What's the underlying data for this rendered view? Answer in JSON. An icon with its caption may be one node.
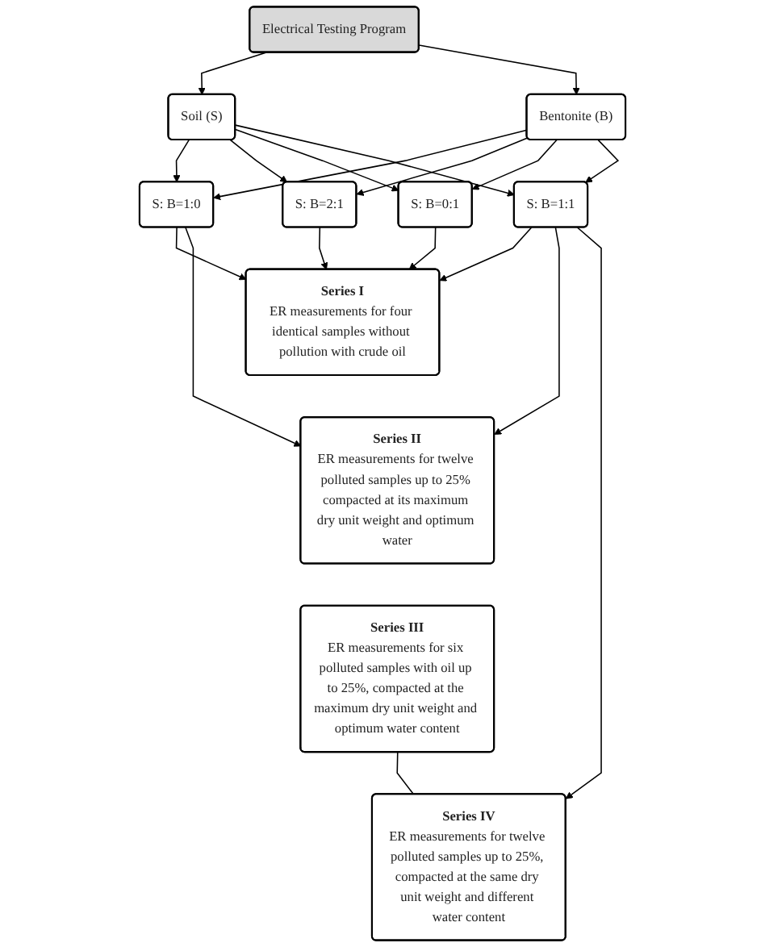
{
  "diagram": {
    "nodes": [
      {
        "text": [
          "Electrical Testing Program"
        ]
      },
      {
        "text": [
          "Soil (S)"
        ]
      },
      {
        "text": [
          "Bentonite (B)"
        ]
      },
      {
        "text": [
          "S: B=1:0"
        ]
      },
      {
        "text": [
          "S: B=2:1"
        ]
      },
      {
        "text": [
          "S: B=0:1"
        ]
      },
      {
        "text": [
          "S: B=1:1"
        ]
      },
      {
        "text": [
          "Series I",
          "ER measurements for four identical samples without pollution with crude oil"
        ]
      },
      {
        "text": [
          "Series II",
          "ER measurements for twelve polluted samples up to 25% compacted at its maximum dry unit weight and optimum water"
        ]
      },
      {
        "text": [
          "Series III",
          "ER measurements for six polluted samples with oil up to 25%, compacted at the maximum dry unit weight and optimum water content"
        ]
      },
      {
        "text": [
          "Series IV",
          "ER measurements for twelve polluted samples up to 25%, compacted at the same dry unit weight and different water content"
        ]
      }
    ],
    "edges": [
      {
        "from": 0,
        "to": 1,
        "arrow": "to"
      },
      {
        "from": 0,
        "to": 2,
        "arrow": "to"
      },
      {
        "from": 1,
        "to": 3,
        "arrow": "to"
      },
      {
        "from": 1,
        "to": 4,
        "arrow": "to"
      },
      {
        "from": 1,
        "to": 5,
        "arrow": "to"
      },
      {
        "from": 1,
        "to": 6,
        "arrow": "to"
      },
      {
        "from": 2,
        "to": 3,
        "arrow": "to"
      },
      {
        "from": 2,
        "to": 4,
        "arrow": "to"
      },
      {
        "from": 2,
        "to": 5,
        "arrow": "to"
      },
      {
        "from": 2,
        "to": 6,
        "arrow": "to"
      },
      {
        "from": 3,
        "to": 7,
        "arrow": "to"
      },
      {
        "from": 4,
        "to": 7,
        "arrow": "to"
      },
      {
        "from": 5,
        "to": 7,
        "arrow": "to"
      },
      {
        "from": 6,
        "to": 7,
        "arrow": "to"
      },
      {
        "from": 3,
        "to": 8,
        "arrow": "to"
      },
      {
        "from": 6,
        "to": 8,
        "arrow": "to"
      },
      {
        "from": 9,
        "to": 10,
        "arrow": "none"
      },
      {
        "from": 6,
        "to": 10,
        "arrow": "to"
      }
    ]
  }
}
